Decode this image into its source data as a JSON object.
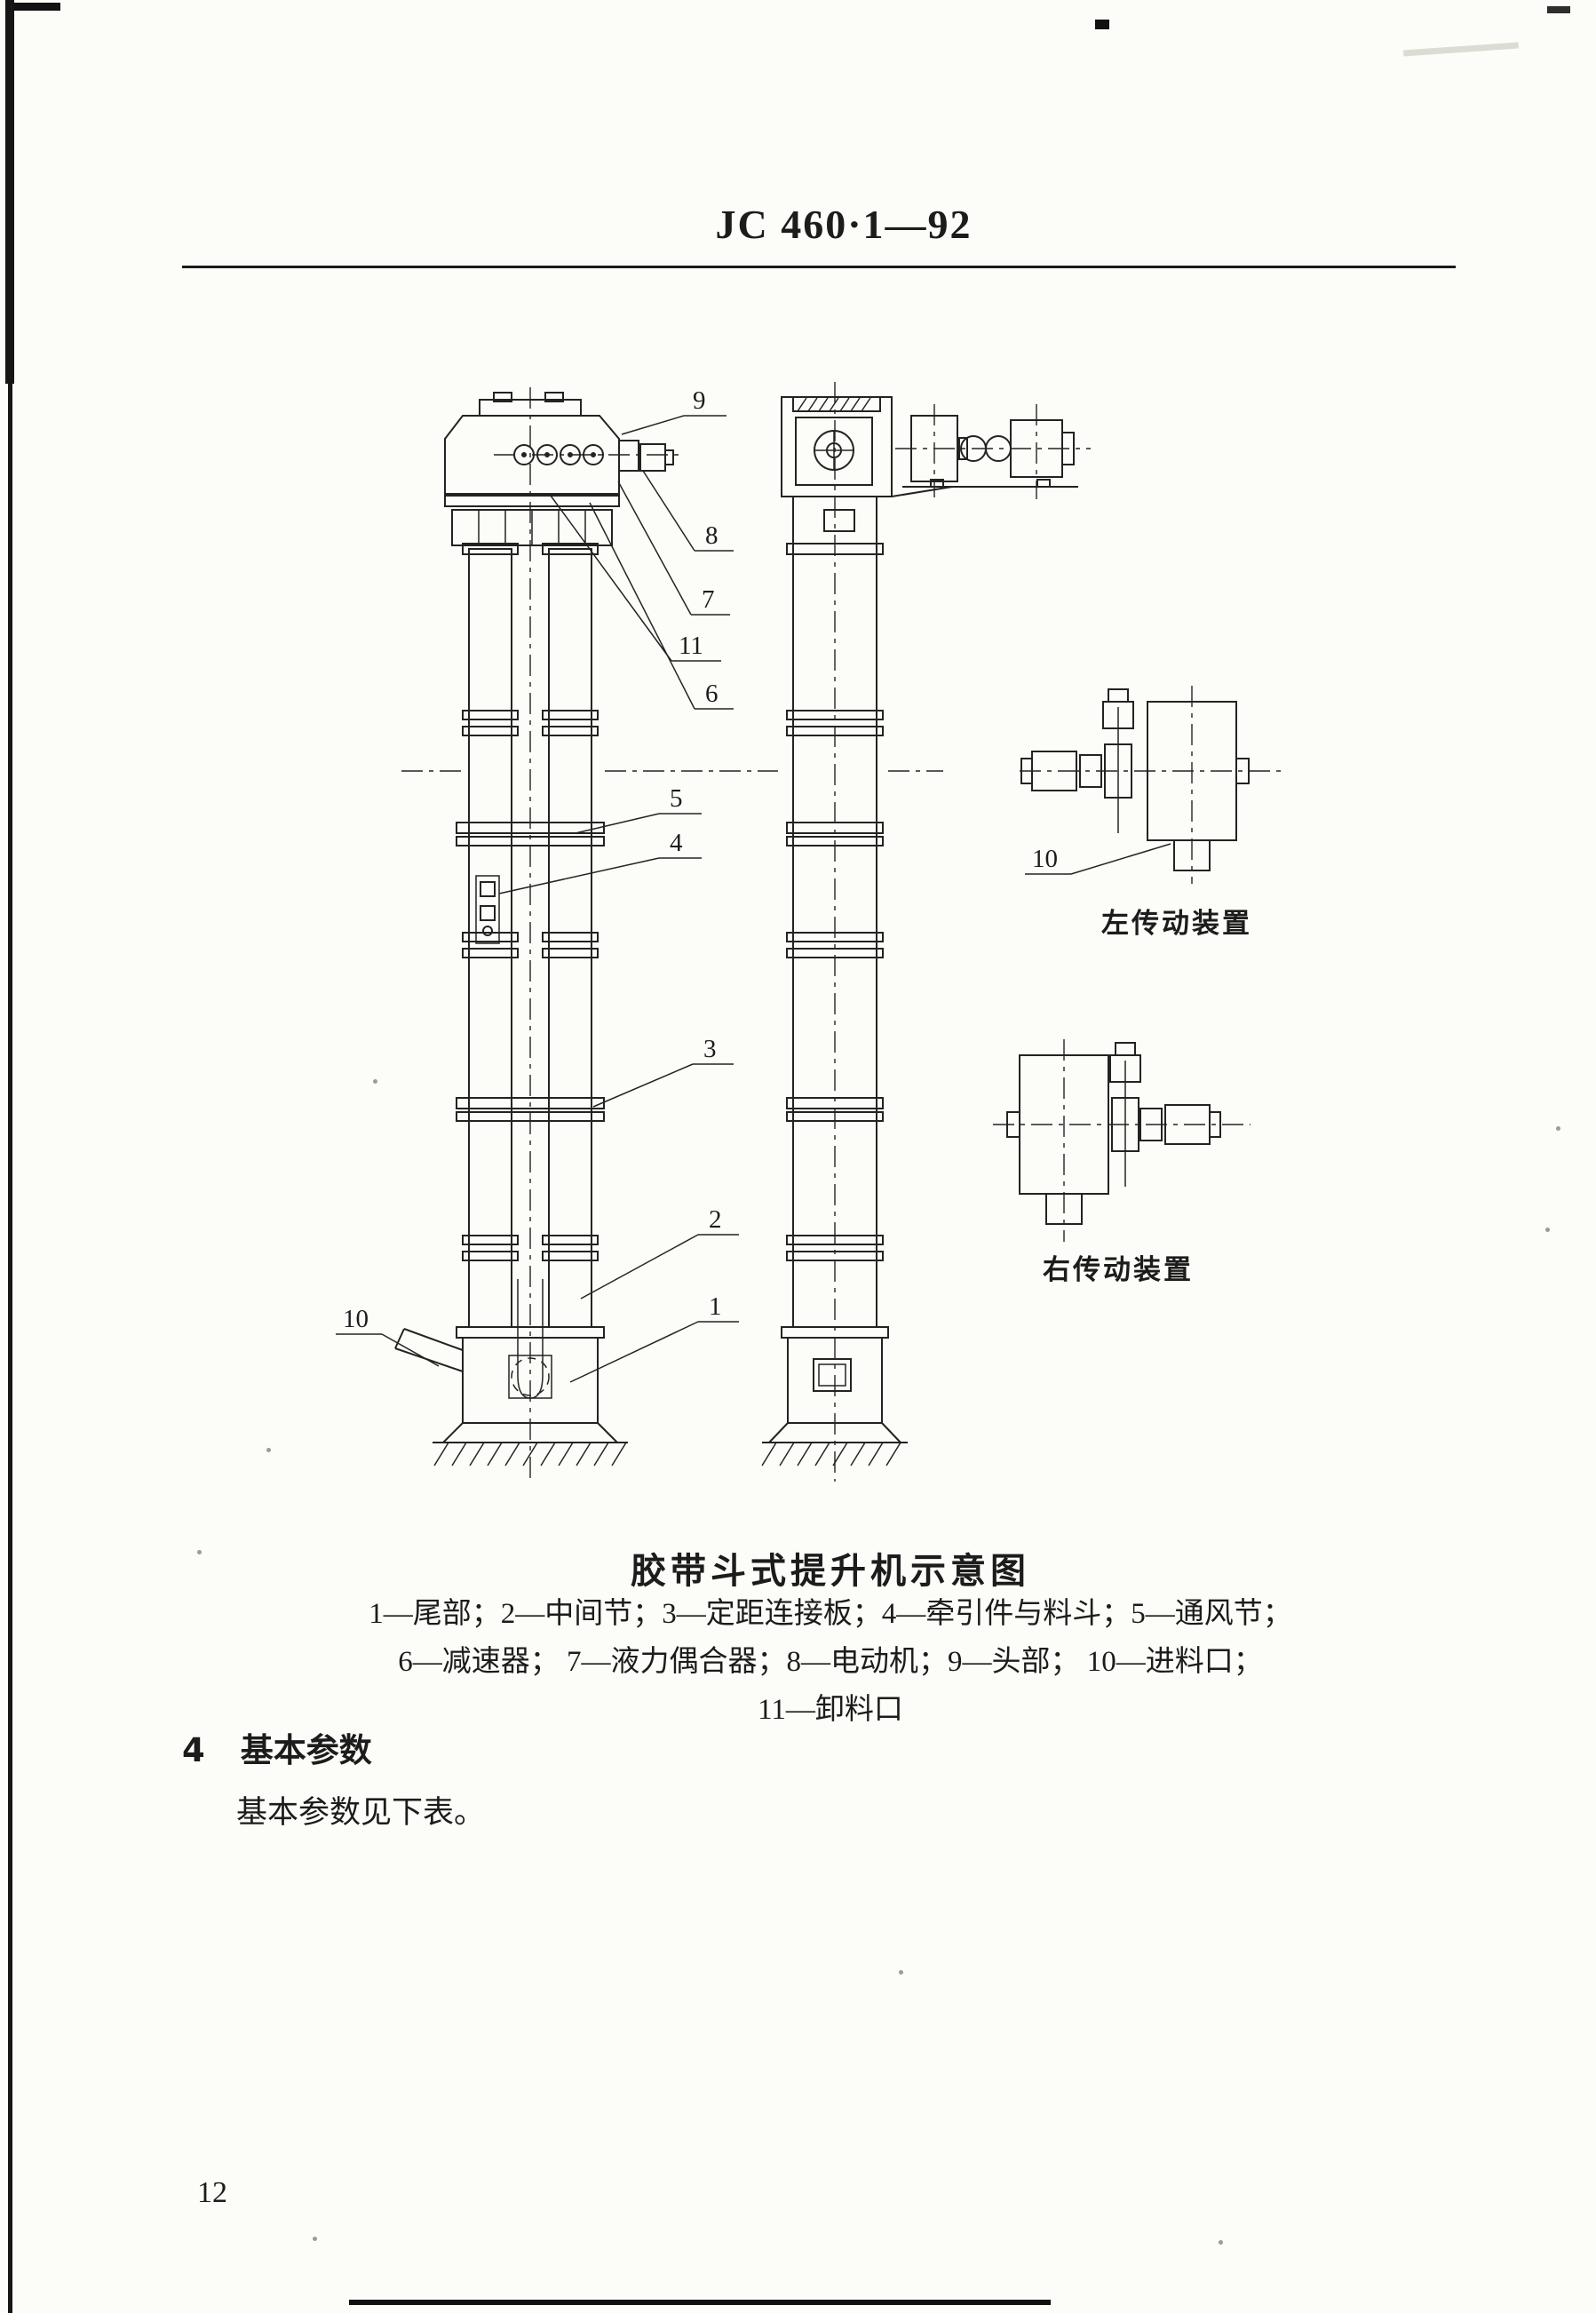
{
  "page": {
    "header_code": "JC 460·1—92",
    "page_number": "12"
  },
  "figure": {
    "caption": "胶带斗式提升机示意图",
    "legend_lines": [
      "1—尾部；2—中间节；3—定距连接板；4—牵引件与料斗；5—通风节；",
      "6—减速器； 7—液力偶合器；8—电动机；9—头部； 10—进料口；",
      "11—卸料口"
    ],
    "part_labels": {
      "n1": "1",
      "n2": "2",
      "n3": "3",
      "n4": "4",
      "n5": "5",
      "n6": "6",
      "n7": "7",
      "n8": "8",
      "n9": "9",
      "n10_feed": "10",
      "n10_drive": "10",
      "n11": "11"
    },
    "drive_captions": {
      "left": "左传动装置",
      "right": "右传动装置"
    }
  },
  "section": {
    "number": "4",
    "title": "基本参数",
    "body_text": "基本参数见下表。"
  }
}
